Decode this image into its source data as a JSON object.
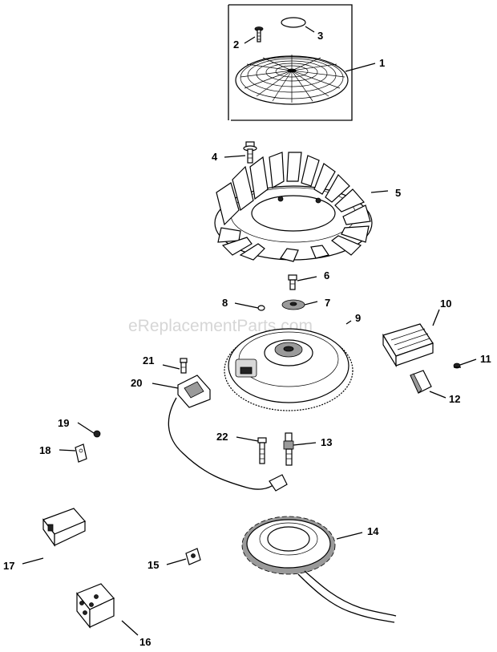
{
  "watermark": "eReplacementParts.com",
  "callouts": [
    "1",
    "2",
    "3",
    "4",
    "5",
    "6",
    "7",
    "8",
    "9",
    "10",
    "11",
    "12",
    "13",
    "14",
    "15",
    "16",
    "17",
    "18",
    "19",
    "20",
    "21",
    "22"
  ],
  "colors": {
    "line": "#000000",
    "background": "#ffffff",
    "watermark": "#d6d6d6"
  }
}
